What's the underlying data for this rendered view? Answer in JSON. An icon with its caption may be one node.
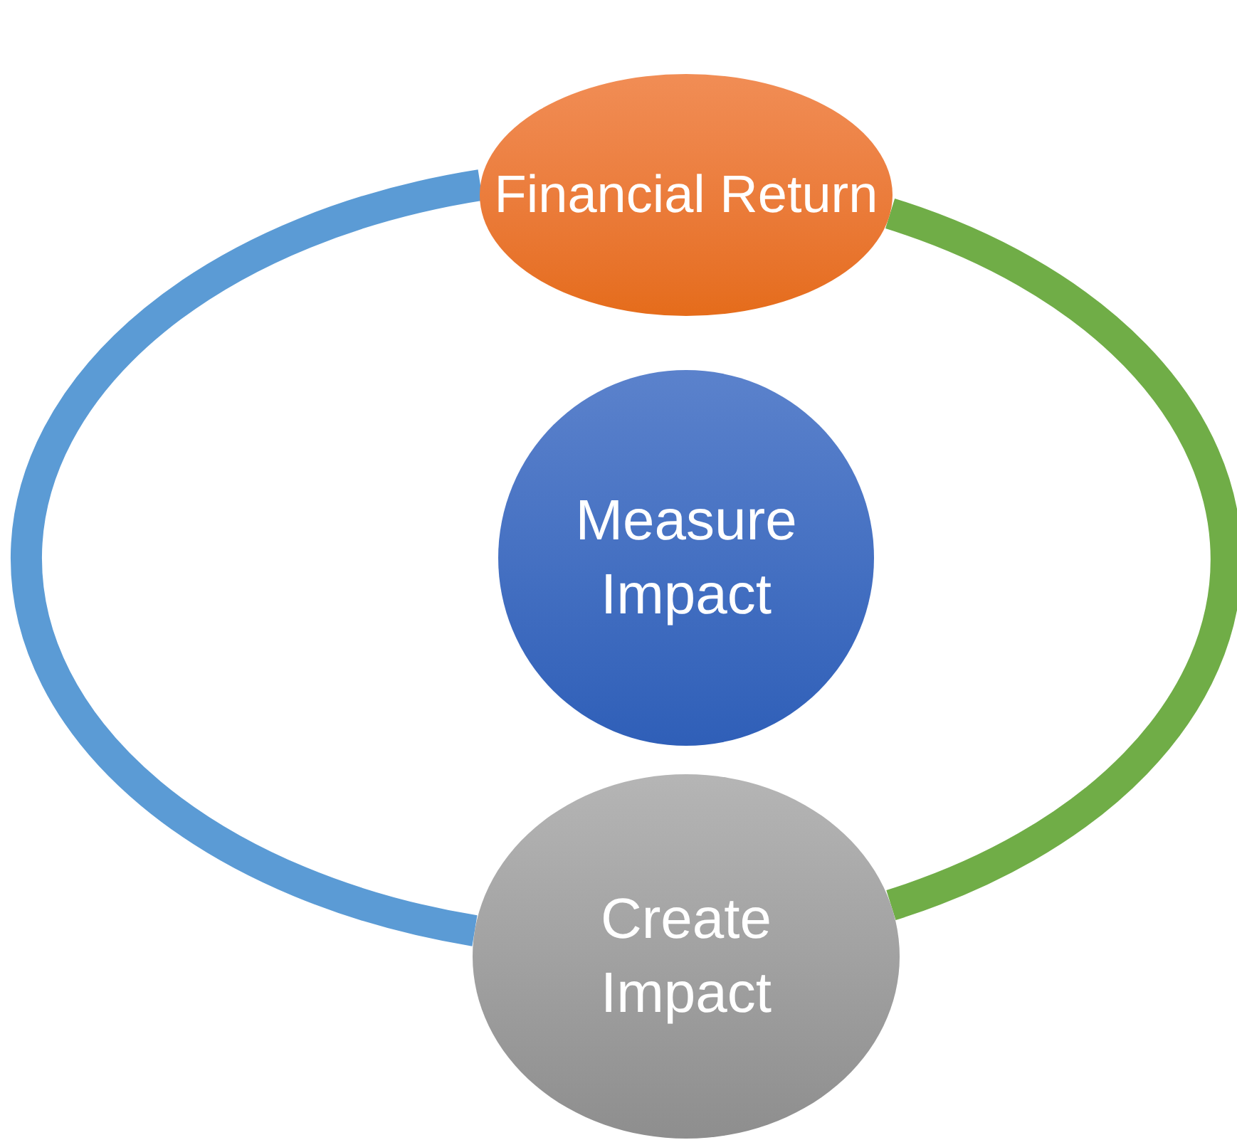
{
  "diagram": {
    "nodes": [
      {
        "text": [
          "Financial Return"
        ]
      },
      {
        "text": [
          "Measure Impact"
        ]
      },
      {
        "text": [
          "Create Impact"
        ]
      }
    ],
    "edges": [
      {
        "from": 0,
        "to": 2,
        "arrow": "none",
        "color": "#5b9bd5"
      },
      {
        "from": 0,
        "to": 2,
        "arrow": "none",
        "color": "#70ad47"
      }
    ]
  }
}
